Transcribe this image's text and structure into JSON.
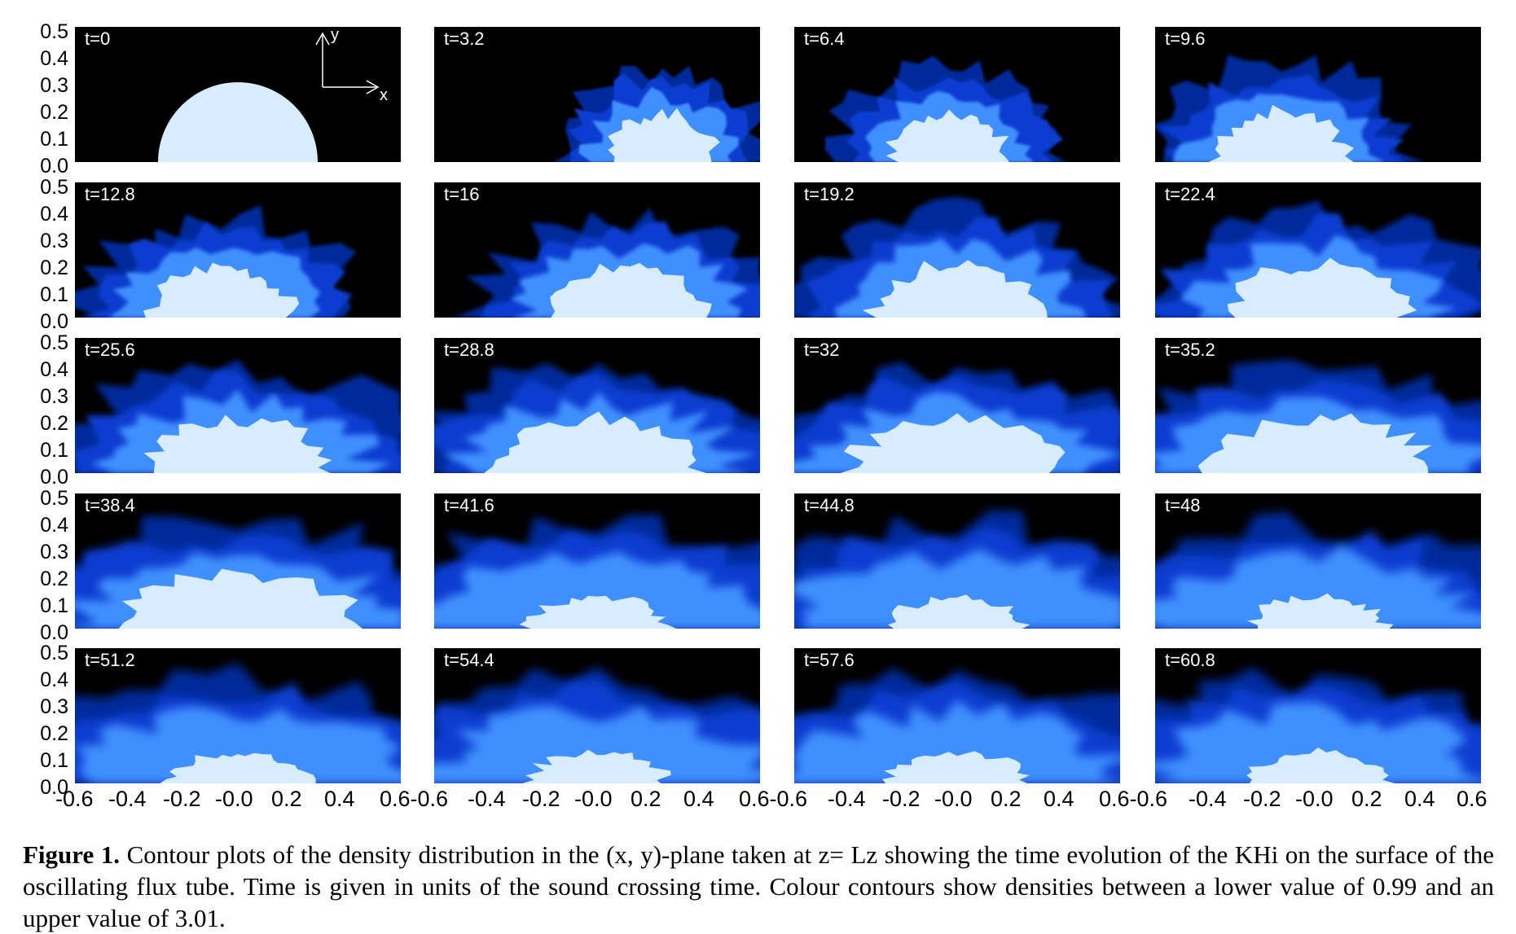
{
  "figure": {
    "panels": [
      {
        "t": "t=0"
      },
      {
        "t": "t=3.2"
      },
      {
        "t": "t=6.4"
      },
      {
        "t": "t=9.6"
      },
      {
        "t": "t=12.8"
      },
      {
        "t": "t=16"
      },
      {
        "t": "t=19.2"
      },
      {
        "t": "t=22.4"
      },
      {
        "t": "t=25.6"
      },
      {
        "t": "t=28.8"
      },
      {
        "t": "t=32"
      },
      {
        "t": "t=35.2"
      },
      {
        "t": "t=38.4"
      },
      {
        "t": "t=41.6"
      },
      {
        "t": "t=44.8"
      },
      {
        "t": "t=48"
      },
      {
        "t": "t=51.2"
      },
      {
        "t": "t=54.4"
      },
      {
        "t": "t=57.6"
      },
      {
        "t": "t=60.8"
      }
    ],
    "y_ticks": [
      "0.5",
      "0.4",
      "0.3",
      "0.2",
      "0.1",
      "0.0"
    ],
    "x_ticks_left": [
      "-0.6",
      "-0.4",
      "-0.2",
      "-0.0",
      "0.2",
      "0.4"
    ],
    "x_ticks_joined": [
      "0.6-0.6",
      "0.6-0.6",
      "0.6-0.6"
    ],
    "x_tick_last": "0.6",
    "axis_icon": {
      "x_label": "x",
      "y_label": "y"
    },
    "colors": {
      "background": "#000000",
      "dense_core": "#d8ecff",
      "mid": "#3f8fff",
      "edge": "#0a3dd0",
      "deep": "#062a9a"
    }
  },
  "caption": {
    "label": "Figure 1.",
    "text": "Contour plots of the density distribution in the (x, y)-plane taken at z= Lz showing the time evolution of the KHi on the surface of the oscillating flux tube. Time is given in units of the sound crossing time. Colour contours show densities between a lower value of 0.99 and an upper value of 3.01."
  }
}
